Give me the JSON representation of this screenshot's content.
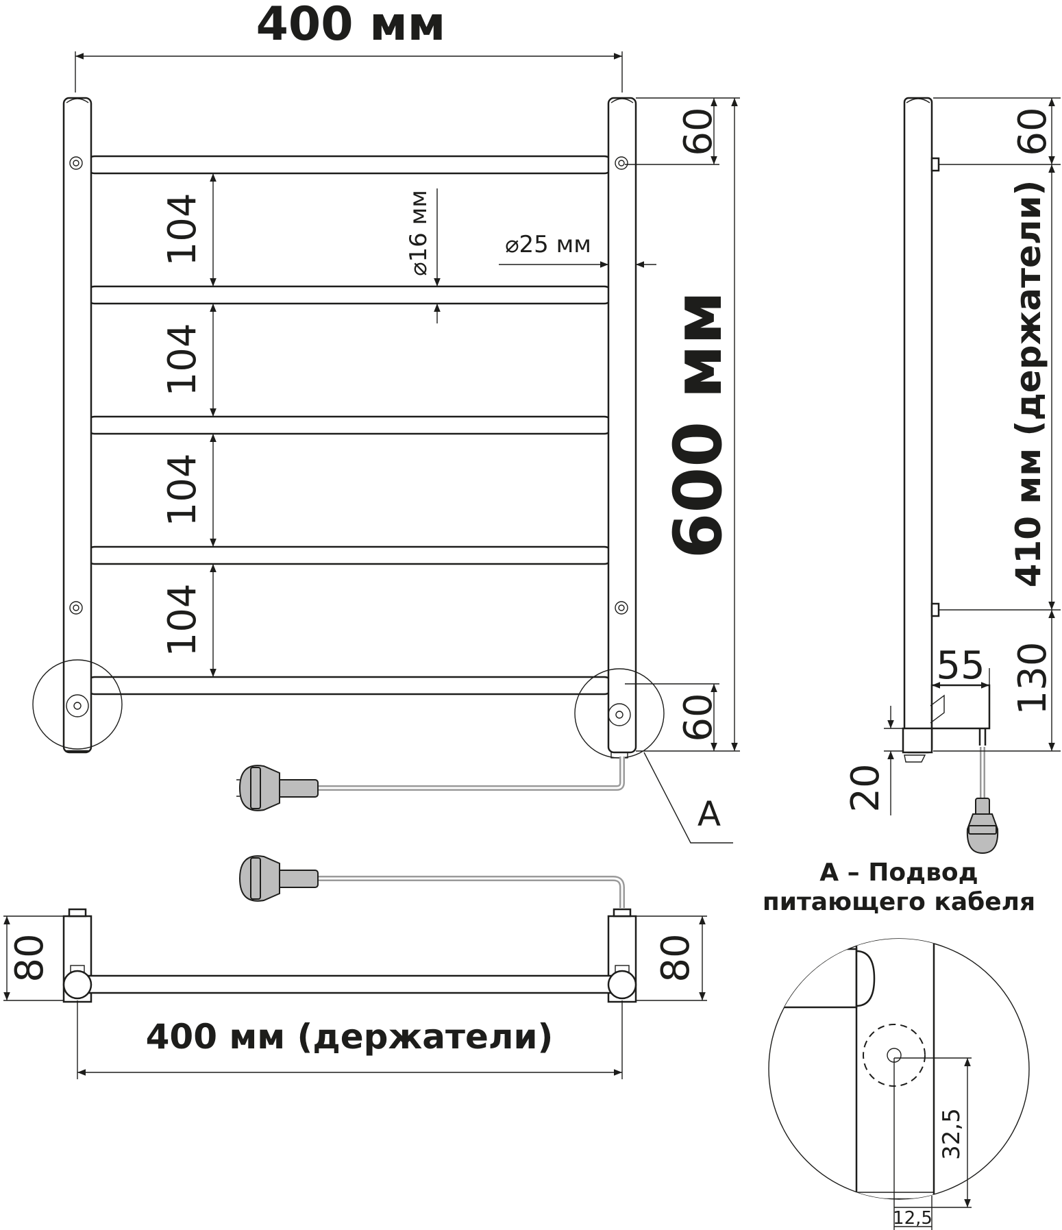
{
  "labels": {
    "width_top": "400 мм",
    "height_total": "600 мм",
    "rung_spacing": "104",
    "top_offset": "60",
    "bottom_offset": "60",
    "rung_diameter": "⌀16 мм",
    "post_diameter": "⌀25 мм",
    "callout_letter": "A",
    "side_top": "60",
    "side_holders": "410 мм (держатели)",
    "side_bottom": "130",
    "side_depth": "55",
    "side_base": "20",
    "plan_left": "80",
    "plan_right": "80",
    "plan_width": "400 мм (держатели)",
    "detail_title_line1": "A – Подвод",
    "detail_title_line2": "питающего кабеля",
    "detail_height": "32,5",
    "detail_offset": "12,5"
  },
  "colors": {
    "line": "#1d1d1b",
    "cable": "#9a9a9a",
    "plug": "#bdbdbd",
    "background": "#ffffff"
  }
}
